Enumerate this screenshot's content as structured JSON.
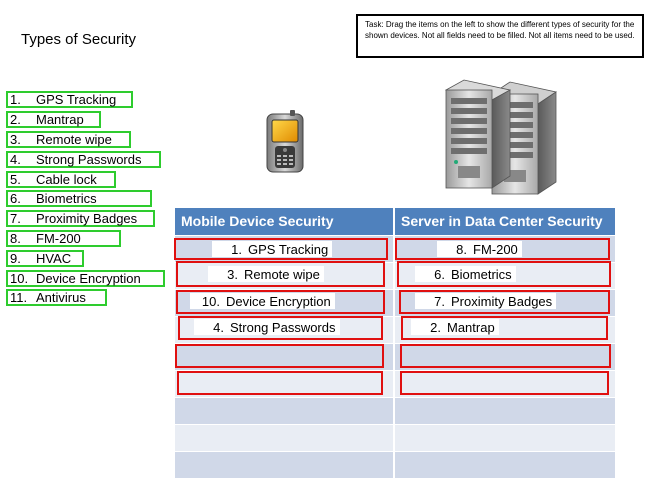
{
  "title": "Types of Security",
  "task": "Task: Drag the items on the left to show the different types of security for the shown devices. Not all fields need to be filled. Not all items need to be used.",
  "items": [
    {
      "num": "1.",
      "label": "GPS Tracking"
    },
    {
      "num": "2.",
      "label": "Mantrap"
    },
    {
      "num": "3.",
      "label": "Remote wipe"
    },
    {
      "num": "4.",
      "label": "Strong Passwords"
    },
    {
      "num": "5.",
      "label": "Cable lock"
    },
    {
      "num": "6.",
      "label": "Biometrics"
    },
    {
      "num": "7.",
      "label": "Proximity Badges"
    },
    {
      "num": "8.",
      "label": "FM-200"
    },
    {
      "num": "9.",
      "label": "HVAC"
    },
    {
      "num": "10.",
      "label": "Device Encryption"
    },
    {
      "num": "11.",
      "label": "Antivirus"
    }
  ],
  "table": {
    "col1_header": "Mobile Device Security",
    "col2_header": "Server in Data Center Security",
    "mobile": [
      {
        "num": "1.",
        "label": "GPS Tracking"
      },
      {
        "num": "3.",
        "label": "Remote wipe"
      },
      {
        "num": "10.",
        "label": "Device Encryption"
      },
      {
        "num": "4.",
        "label": "Strong Passwords"
      },
      {
        "num": "",
        "label": ""
      },
      {
        "num": "",
        "label": ""
      }
    ],
    "server": [
      {
        "num": "8.",
        "label": "FM-200"
      },
      {
        "num": "6.",
        "label": "Biometrics"
      },
      {
        "num": "7.",
        "label": "Proximity Badges"
      },
      {
        "num": "2.",
        "label": "Mantrap"
      },
      {
        "num": "",
        "label": ""
      },
      {
        "num": "",
        "label": ""
      }
    ]
  },
  "icons": {
    "phone": "smartphone-icon",
    "servers": "server-rack-icon"
  },
  "colors": {
    "item_border": "#2ecc2e",
    "zone_border": "#e01010",
    "header_bg": "#4f81bd"
  }
}
